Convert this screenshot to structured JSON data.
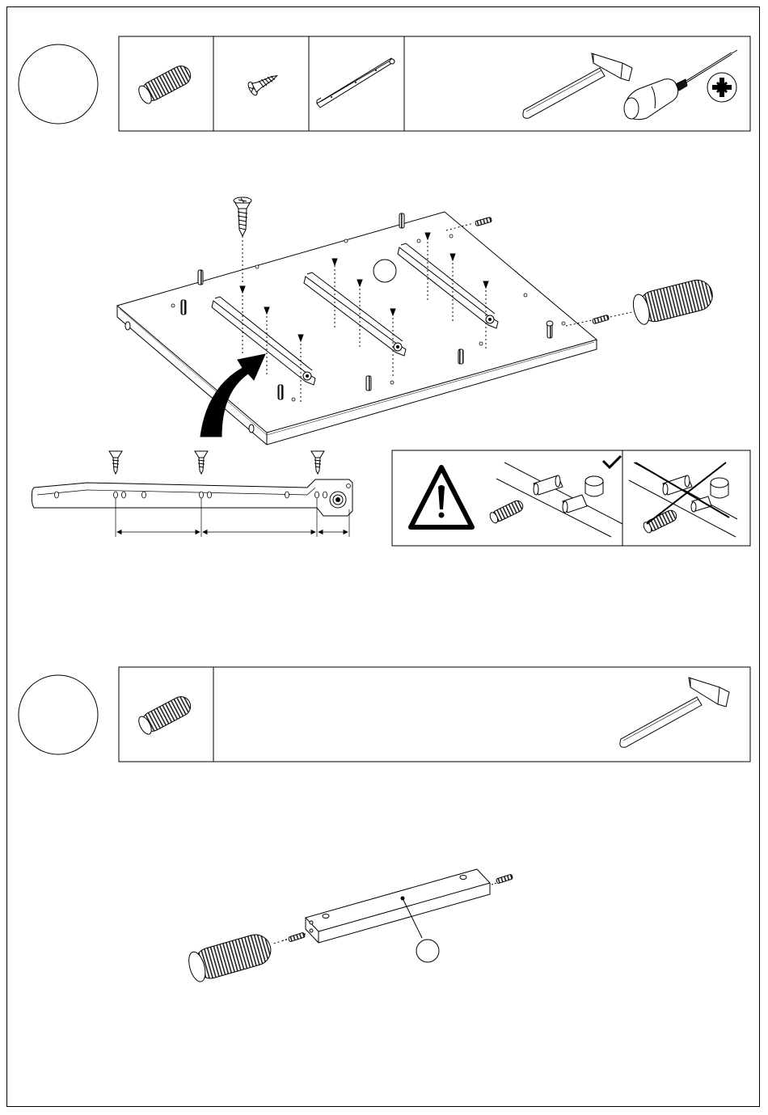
{
  "document": {
    "type": "assembly-instructions-page",
    "steps": [
      {
        "step_marker": "",
        "parts_box": {
          "parts": [
            {
              "icon": "dowel-icon"
            },
            {
              "icon": "screw-icon"
            },
            {
              "icon": "drawer-runner-icon"
            }
          ],
          "tools": [
            {
              "icon": "hammer-icon"
            },
            {
              "icon": "phillips-screwdriver-icon"
            }
          ]
        },
        "diagram": {
          "description_icons": [
            "panel-board",
            "runner-rail",
            "screw",
            "dowel",
            "curved-arrow"
          ],
          "callout_marker": ""
        },
        "detail": {
          "runner_detail": {
            "screw_count": 3
          },
          "warning_box": {
            "icon": "warning-triangle-icon",
            "correct_mark": "checkmark-icon",
            "incorrect_mark": "cross-icon"
          }
        }
      },
      {
        "step_marker": "",
        "parts_box": {
          "parts": [
            {
              "icon": "dowel-icon"
            }
          ],
          "tools": [
            {
              "icon": "hammer-icon"
            }
          ]
        },
        "diagram": {
          "description_icons": [
            "rail-bar",
            "dowel"
          ],
          "callout_marker": ""
        }
      }
    ]
  },
  "colors": {
    "line": "#000000",
    "background": "#ffffff",
    "dark_fill": "#111111"
  }
}
